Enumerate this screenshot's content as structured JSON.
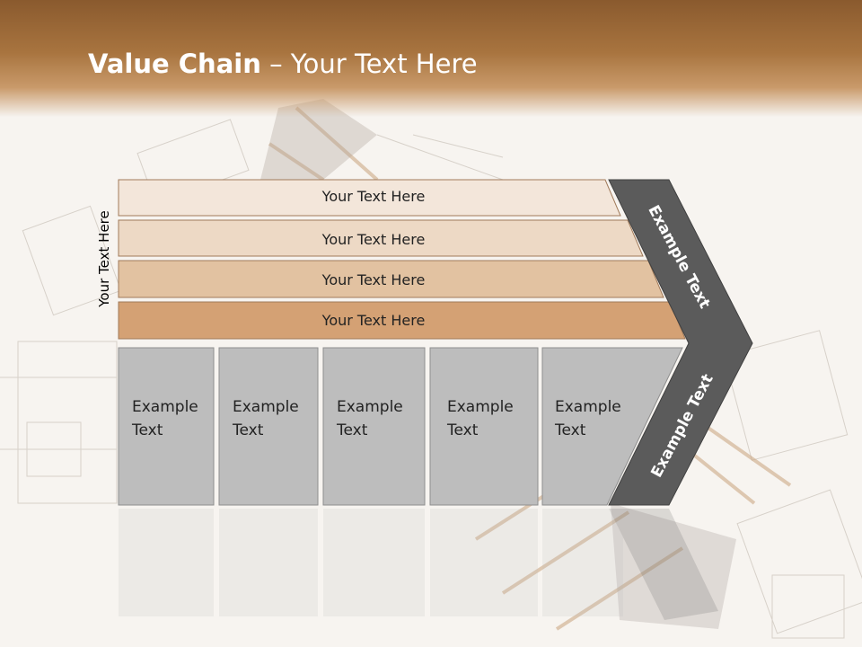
{
  "title": {
    "bold": "Value Chain",
    "rest": " – Your Text Here"
  },
  "side_label": "Your Text Here",
  "bands": [
    "Your Text Here",
    "Your Text Here",
    "Your Text Here",
    "Your Text Here"
  ],
  "boxes": [
    {
      "line1": "Example",
      "line2": "Text"
    },
    {
      "line1": "Example",
      "line2": "Text"
    },
    {
      "line1": "Example",
      "line2": "Text"
    },
    {
      "line1": "Example",
      "line2": "Text"
    },
    {
      "line1": "Example",
      "line2": "Text"
    }
  ],
  "chevron": {
    "upper": "Example Text",
    "lower": "Example Text"
  },
  "colors": {
    "header": "#a8743f",
    "band1": "#f3e6da",
    "band2": "#edd9c5",
    "band3": "#e2c2a1",
    "band4": "#d4a174",
    "box": "#bdbdbd",
    "chevron": "#5b5b5b"
  }
}
